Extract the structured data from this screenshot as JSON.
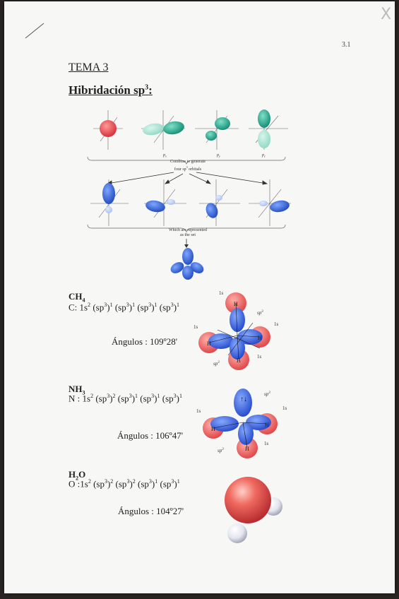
{
  "page_number": "3.1",
  "corner_mark": "X",
  "title": "TEMA 3",
  "subtitle_base": "Hibridación sp",
  "subtitle_sup": "3",
  "subtitle_end": ":",
  "figure": {
    "orbital_labels": [
      "p",
      "p",
      "p"
    ],
    "orbital_subscripts": [
      "x",
      "y",
      "z"
    ],
    "caption1_line1": "Combine to generate",
    "caption1_line2_a": "four sp",
    "caption1_line2_sup": "3",
    "caption1_line2_b": " orbitals",
    "caption2_line1": "Which are represented",
    "caption2_line2": "as the set"
  },
  "molecules": [
    {
      "name": "CH",
      "name_sub": "4",
      "config_prefix": "C: 1s",
      "config": [
        {
          "base": "",
          "sup": "2"
        },
        {
          "base": " (sp",
          "sup": "3",
          "tail": ")",
          "occ": "1"
        },
        {
          "base": " (sp",
          "sup": "3",
          "tail": ")",
          "occ": "1"
        },
        {
          "base": " (sp",
          "sup": "3",
          "tail": ")",
          "occ": "1"
        },
        {
          "base": " (sp",
          "sup": "3",
          "tail": ")",
          "occ": "1"
        }
      ],
      "angle": "Ángulos : 109º28'",
      "labels": {
        "h": "H",
        "ls": "1s",
        "sp3": "sp",
        "sp3_sup": "3"
      }
    },
    {
      "name": "NH",
      "name_sub": "3",
      "config_prefix": "N : 1s",
      "config": [
        {
          "base": "",
          "sup": "2"
        },
        {
          "base": " (sp",
          "sup": "3",
          "tail": ")",
          "occ": "2"
        },
        {
          "base": " (sp",
          "sup": "3",
          "tail": ")",
          "occ": "1"
        },
        {
          "base": " (sp",
          "sup": "3",
          "tail": ")",
          "occ": "1"
        },
        {
          "base": " (sp",
          "sup": "3",
          "tail": ")",
          "occ": "1"
        }
      ],
      "angle": "Ángulos : 106º47'",
      "labels": {
        "h": "H",
        "ls": "1s",
        "sp3": "sp",
        "sp3_sup": "3"
      }
    },
    {
      "name": "H",
      "name_sub": "2",
      "name_end": "O",
      "config_prefix": "O :1s",
      "config": [
        {
          "base": "",
          "sup": "2"
        },
        {
          "base": " (sp",
          "sup": "3",
          "tail": ")",
          "occ": "2"
        },
        {
          "base": " (sp",
          "sup": "3",
          "tail": ")",
          "occ": "2"
        },
        {
          "base": " (sp",
          "sup": "3",
          "tail": ")",
          "occ": "1"
        },
        {
          "base": " (sp",
          "sup": "3",
          "tail": ")",
          "occ": "1"
        }
      ],
      "angle": "Ángulos : 104º27'"
    }
  ],
  "colors": {
    "s_orbital": "#e8494a",
    "p_orbital": "#1e9e86",
    "sp3_orbital": "#2a5fd0",
    "hydrogen": "#e86060"
  }
}
